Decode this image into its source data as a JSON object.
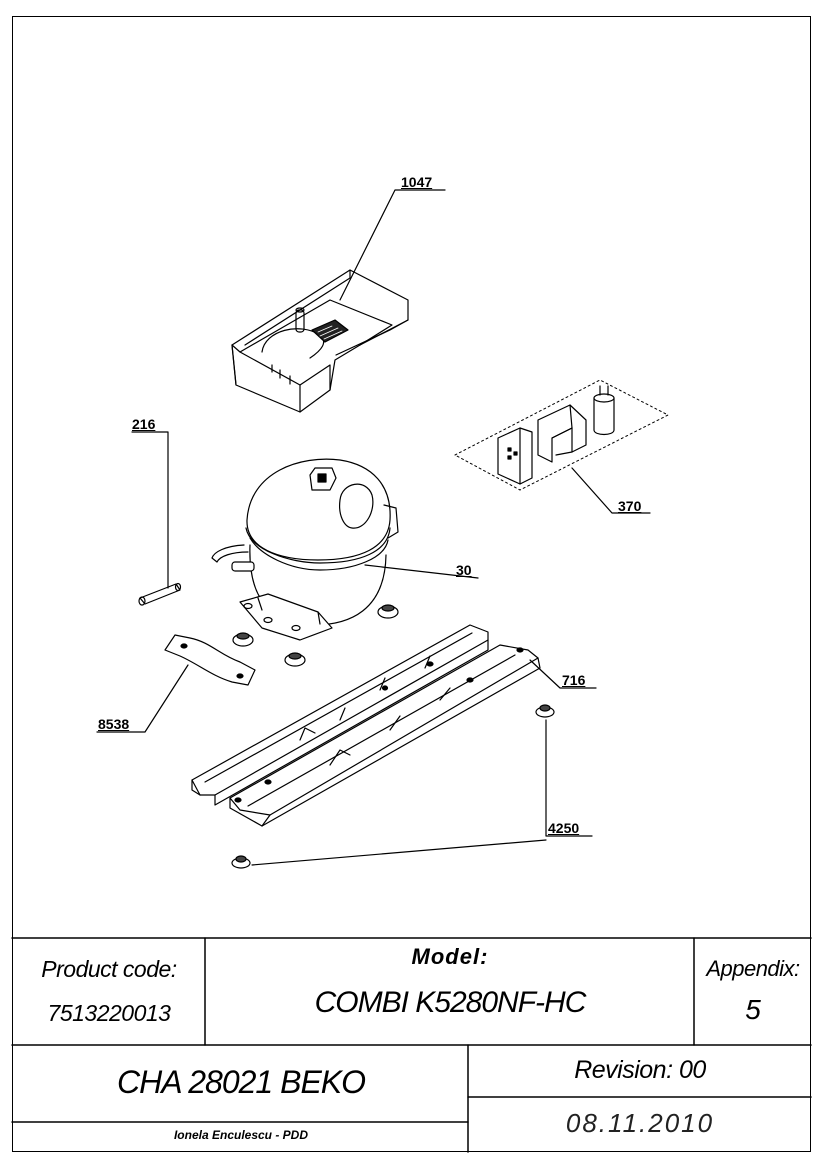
{
  "callouts": {
    "c1047": "1047",
    "c216": "216",
    "c370": "370",
    "c30": "30",
    "c716": "716",
    "c8538": "8538",
    "c4250": "4250"
  },
  "title_block": {
    "product_code_label": "Product code:",
    "product_code_value": "7513220013",
    "model_label": "Model:",
    "model_value": "COMBI K5280NF-HC",
    "appendix_label": "Appendix:",
    "appendix_value": "5",
    "document_name": "CHA 28021 BEKO",
    "revision": "Revision: 00",
    "author": "Ionela Enculescu - PDD",
    "date": "08.11.2010"
  }
}
